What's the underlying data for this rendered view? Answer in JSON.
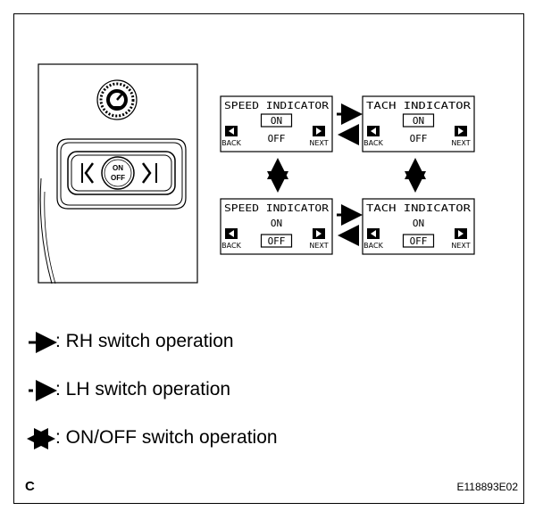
{
  "switch": {
    "center_top": "ON",
    "center_bottom": "OFF"
  },
  "screens": [
    {
      "title": "SPEED INDICATOR",
      "on": "ON",
      "off": "OFF",
      "back": "BACK",
      "next": "NEXT",
      "selected": "ON"
    },
    {
      "title": "TACH INDICATOR",
      "on": "ON",
      "off": "OFF",
      "back": "BACK",
      "next": "NEXT",
      "selected": "ON"
    },
    {
      "title": "SPEED INDICATOR",
      "on": "ON",
      "off": "OFF",
      "back": "BACK",
      "next": "NEXT",
      "selected": "OFF"
    },
    {
      "title": "TACH INDICATOR",
      "on": "ON",
      "off": "OFF",
      "back": "BACK",
      "next": "NEXT",
      "selected": "OFF"
    }
  ],
  "legend": {
    "rh": ": RH switch operation",
    "lh": ": LH switch operation",
    "onoff": ": ON/OFF switch operation"
  },
  "corner_letter": "C",
  "figure_id": "E118893E02"
}
